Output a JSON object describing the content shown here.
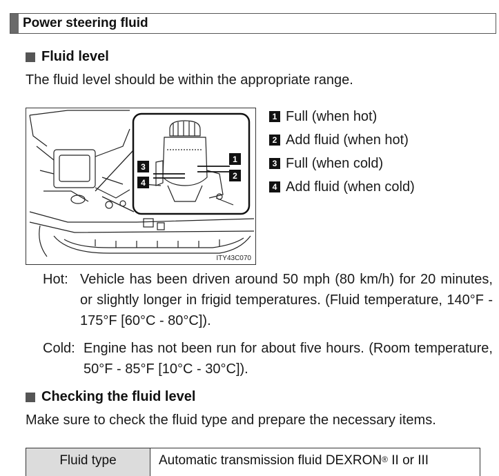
{
  "section": {
    "title": "Power steering fluid"
  },
  "fluid_level": {
    "heading": "Fluid level",
    "intro": "The fluid level should be within the appropriate range.",
    "figure_code": "ITY43C070",
    "markers": [
      "1",
      "2",
      "3",
      "4"
    ],
    "legend": [
      {
        "num": "1",
        "label": "Full (when hot)"
      },
      {
        "num": "2",
        "label": "Add fluid (when hot)"
      },
      {
        "num": "3",
        "label": "Full (when cold)"
      },
      {
        "num": "4",
        "label": "Add fluid (when cold)"
      }
    ],
    "hot": {
      "term": "Hot:",
      "desc": "Vehicle has been driven around 50 mph (80 km/h) for 20 minutes, or slightly longer in frigid temperatures. (Fluid temperature, 140°F - 175°F [60°C - 80°C])."
    },
    "cold": {
      "term": "Cold:",
      "desc": "Engine has not been run for about five hours. (Room temperature, 50°F - 85°F [10°C - 30°C])."
    }
  },
  "checking": {
    "heading": "Checking the fluid level",
    "intro": "Make sure to check the fluid type and prepare the necessary items.",
    "table": {
      "header": "Fluid type",
      "value": "Automatic transmission fluid DEXRON",
      "reg_mark": "®",
      "value_suffix": " II or III"
    }
  }
}
